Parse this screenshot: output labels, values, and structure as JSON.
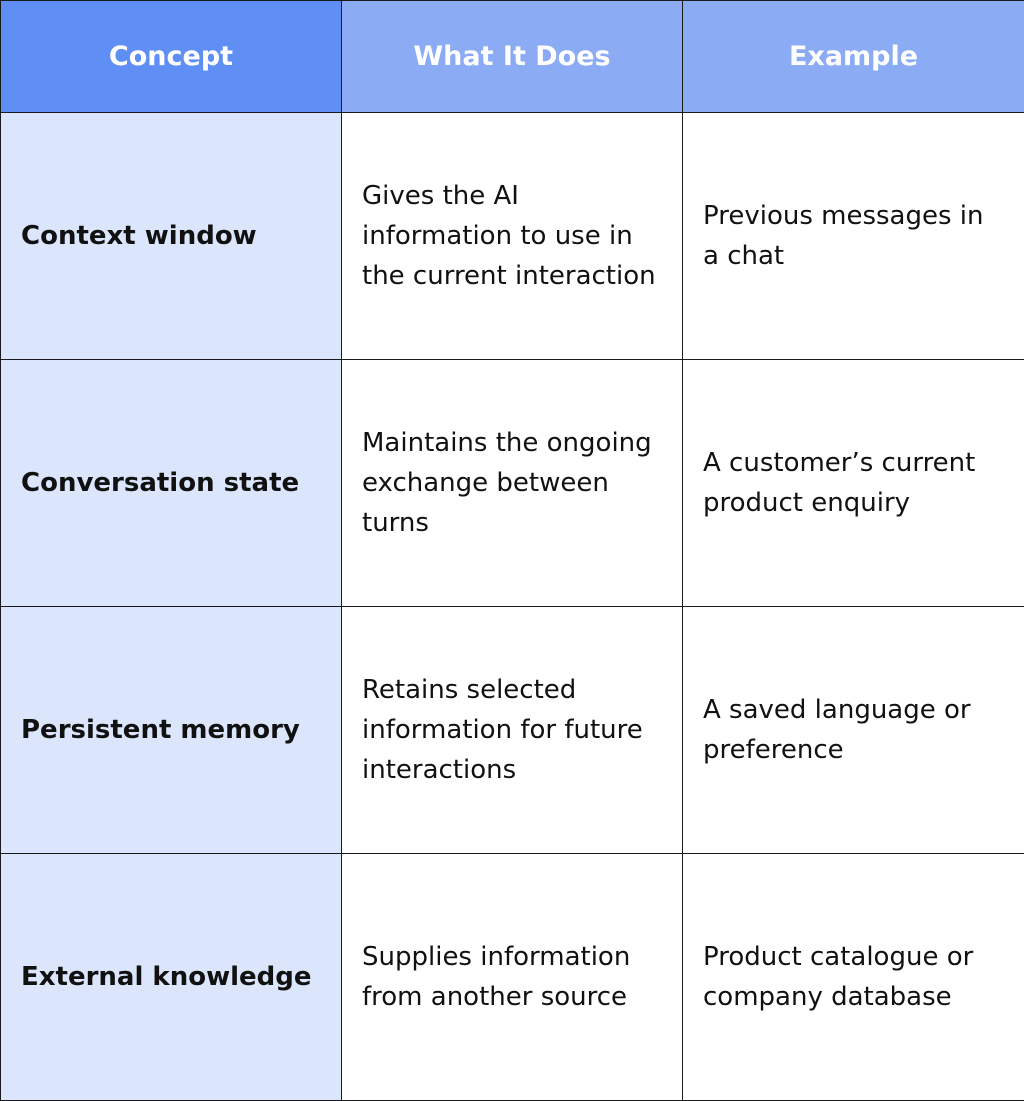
{
  "table": {
    "headers": [
      "Concept",
      "What It Does",
      "Example"
    ],
    "rows": [
      {
        "concept": "Context window",
        "does": "Gives the AI information to use in the current interaction",
        "example": "Previous messages in a chat"
      },
      {
        "concept": "Conversation state",
        "does": "Maintains the ongoing exchange between turns",
        "example": "A customer’s current product enquiry"
      },
      {
        "concept": "Persistent memory",
        "does": "Retains selected information for future interactions",
        "example": "A saved language or preference"
      },
      {
        "concept": "External knowledge",
        "does": "Supplies information from another source",
        "example": "Product catalogue or company database"
      }
    ]
  },
  "colors": {
    "header_primary": "#5f8ff5",
    "header_secondary": "#8babf5",
    "concept_cell": "#dbe6fd",
    "border": "#1a1a1a"
  }
}
